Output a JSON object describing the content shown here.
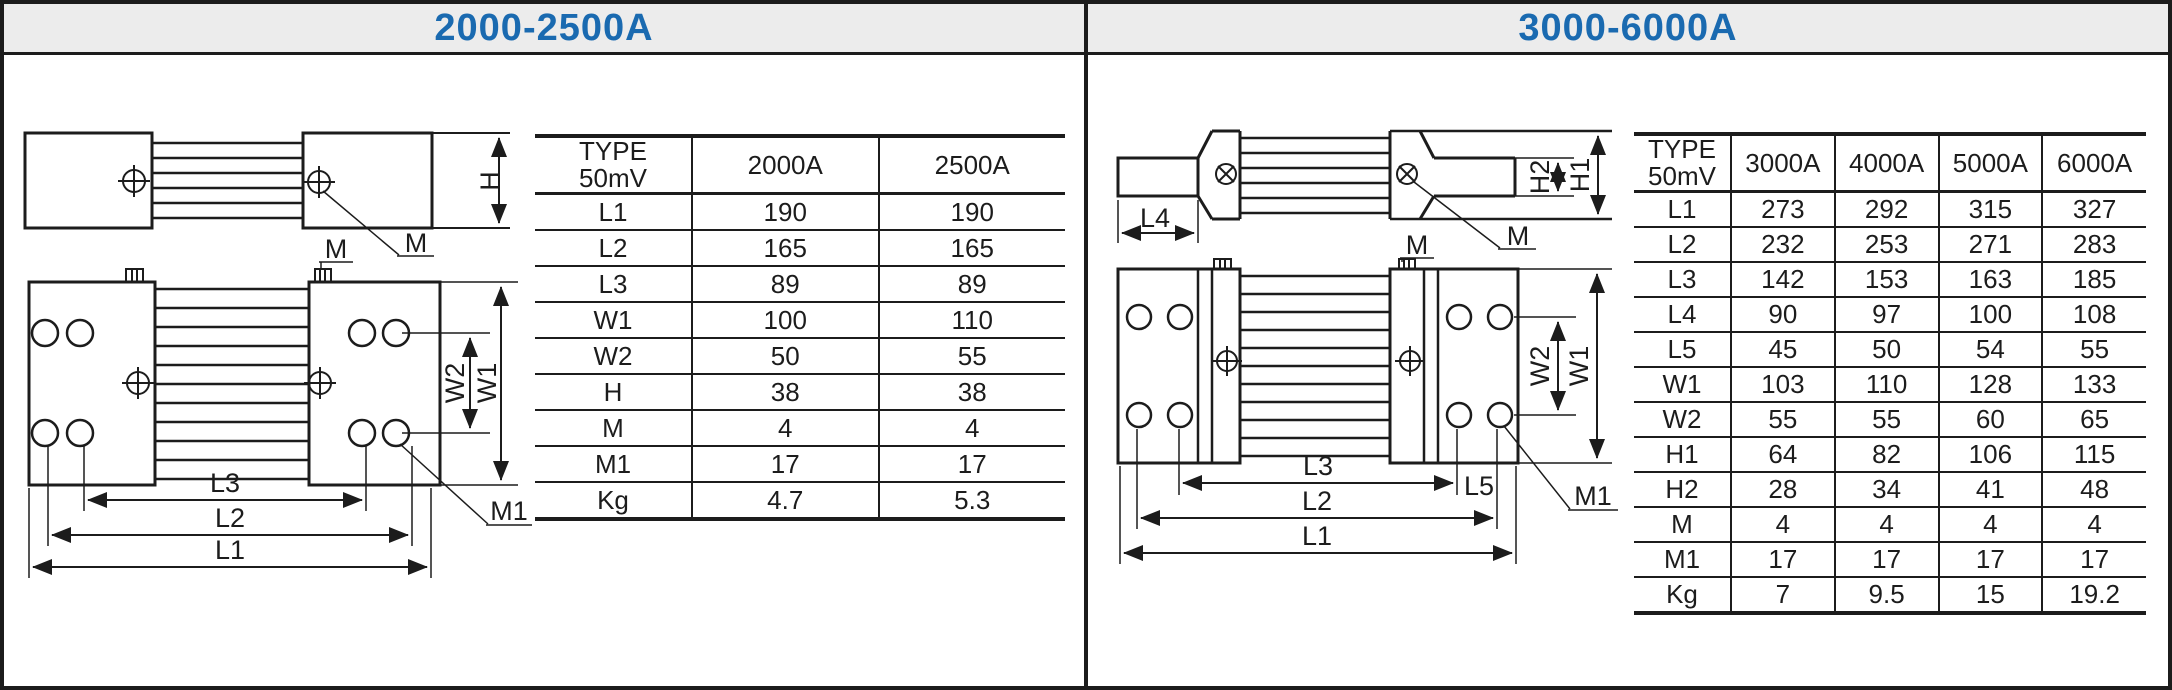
{
  "colors": {
    "accent_blue": "#1a6ab0",
    "band_bg": "#ececec",
    "line": "#1c1c1c"
  },
  "panels": [
    {
      "title": "2000-2500A",
      "table": {
        "header": [
          "TYPE\n50mV",
          "2000A",
          "2500A"
        ],
        "rows": [
          [
            "L1",
            "190",
            "190"
          ],
          [
            "L2",
            "165",
            "165"
          ],
          [
            "L3",
            "89",
            "89"
          ],
          [
            "W1",
            "100",
            "110"
          ],
          [
            "W2",
            "50",
            "55"
          ],
          [
            "H",
            "38",
            "38"
          ],
          [
            "M",
            "4",
            "4"
          ],
          [
            "M1",
            "17",
            "17"
          ],
          [
            "Kg",
            "4.7",
            "5.3"
          ]
        ]
      },
      "labels": {
        "h": "H",
        "m_side": "M",
        "m_top": "M",
        "w1": "W1",
        "w2": "W2",
        "l1": "L1",
        "l2": "L2",
        "l3": "L3",
        "m1": "M1"
      }
    },
    {
      "title": "3000-6000A",
      "table": {
        "header": [
          "TYPE\n50mV",
          "3000A",
          "4000A",
          "5000A",
          "6000A"
        ],
        "rows": [
          [
            "L1",
            "273",
            "292",
            "315",
            "327"
          ],
          [
            "L2",
            "232",
            "253",
            "271",
            "283"
          ],
          [
            "L3",
            "142",
            "153",
            "163",
            "185"
          ],
          [
            "L4",
            "90",
            "97",
            "100",
            "108"
          ],
          [
            "L5",
            "45",
            "50",
            "54",
            "55"
          ],
          [
            "W1",
            "103",
            "110",
            "128",
            "133"
          ],
          [
            "W2",
            "55",
            "55",
            "60",
            "65"
          ],
          [
            "H1",
            "64",
            "82",
            "106",
            "115"
          ],
          [
            "H2",
            "28",
            "34",
            "41",
            "48"
          ],
          [
            "M",
            "4",
            "4",
            "4",
            "4"
          ],
          [
            "M1",
            "17",
            "17",
            "17",
            "17"
          ],
          [
            "Kg",
            "7",
            "9.5",
            "15",
            "19.2"
          ]
        ]
      },
      "labels": {
        "l4": "L4",
        "h1": "H1",
        "h2": "H2",
        "m_side": "M",
        "m_top": "M",
        "w1": "W1",
        "w2": "W2",
        "l1": "L1",
        "l2": "L2",
        "l3": "L3",
        "l5": "L5",
        "m1": "M1"
      }
    }
  ]
}
